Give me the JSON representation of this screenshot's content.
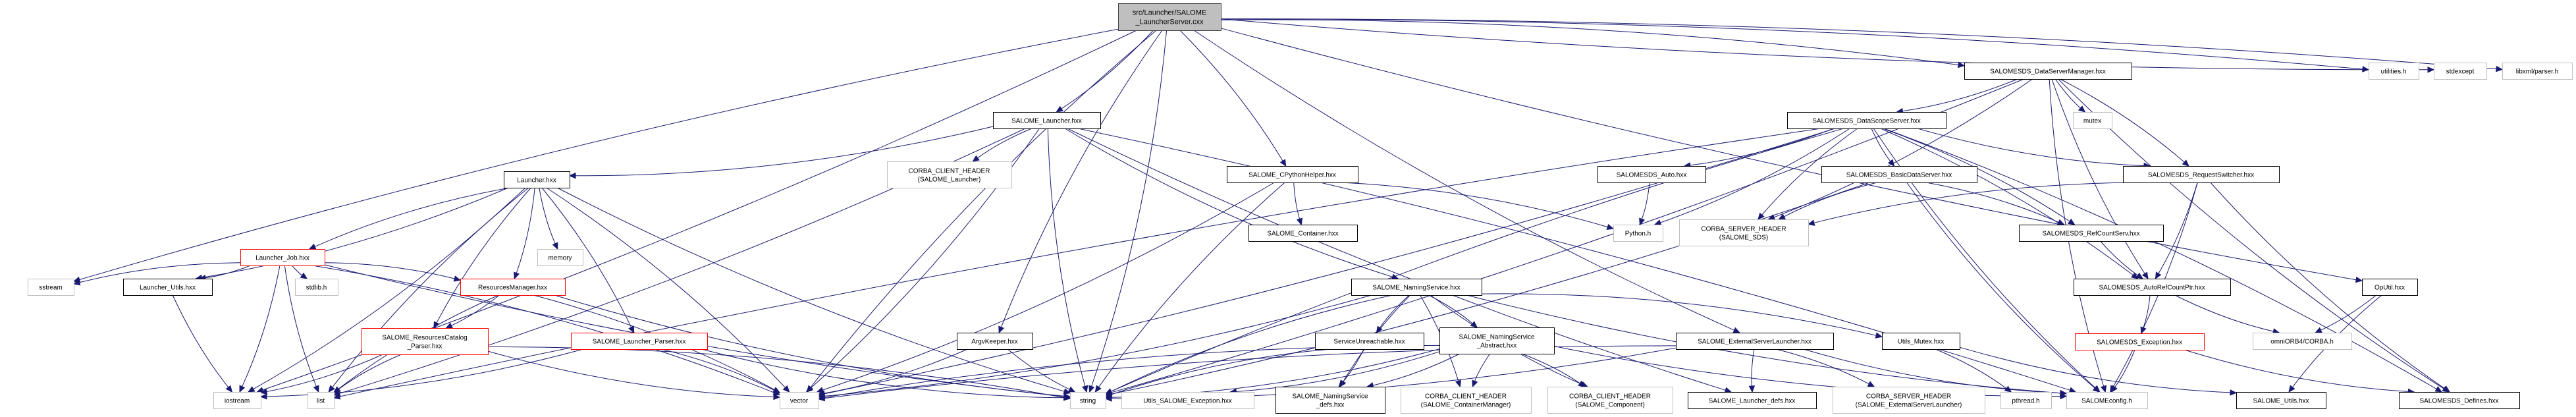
{
  "title": "src/Launcher/SALOME_LauncherServer.cxx include dependency graph",
  "colors": {
    "edge": "#191970",
    "root_fill": "#bfbfbf",
    "documented_border": "#000000",
    "system_border": "#bfbfbf",
    "truncated_border": "#ff0000"
  },
  "nodes": [
    {
      "id": "root",
      "lines": [
        "src/Launcher/SALOME",
        "_LauncherServer.cxx"
      ],
      "kind": "root"
    },
    {
      "id": "salome_launcher",
      "lines": [
        "SALOME_Launcher.hxx"
      ],
      "kind": "documented"
    },
    {
      "id": "corba_client_launcher",
      "lines": [
        "CORBA_CLIENT_HEADER",
        "(SALOME_Launcher)"
      ],
      "kind": "system"
    },
    {
      "id": "launcher",
      "lines": [
        "Launcher.hxx"
      ],
      "kind": "documented"
    },
    {
      "id": "launcher_job",
      "lines": [
        "Launcher_Job.hxx"
      ],
      "kind": "truncated"
    },
    {
      "id": "memory",
      "lines": [
        "memory"
      ],
      "kind": "system"
    },
    {
      "id": "sstream",
      "lines": [
        "sstream"
      ],
      "kind": "system"
    },
    {
      "id": "launcher_utils",
      "lines": [
        "Launcher_Utils.hxx"
      ],
      "kind": "documented"
    },
    {
      "id": "stdlib",
      "lines": [
        "stdlib.h"
      ],
      "kind": "system"
    },
    {
      "id": "resources_manager",
      "lines": [
        "ResourcesManager.hxx"
      ],
      "kind": "truncated"
    },
    {
      "id": "resources_catalog_parser",
      "lines": [
        "SALOME_ResourcesCatalog",
        "_Parser.hxx"
      ],
      "kind": "truncated"
    },
    {
      "id": "launcher_parser",
      "lines": [
        "SALOME_Launcher_Parser.hxx"
      ],
      "kind": "truncated"
    },
    {
      "id": "iostream",
      "lines": [
        "iostream"
      ],
      "kind": "system"
    },
    {
      "id": "list",
      "lines": [
        "list"
      ],
      "kind": "system"
    },
    {
      "id": "vector",
      "lines": [
        "vector"
      ],
      "kind": "system"
    },
    {
      "id": "argv_keeper",
      "lines": [
        "ArgvKeeper.hxx"
      ],
      "kind": "documented"
    },
    {
      "id": "string",
      "lines": [
        "string"
      ],
      "kind": "system"
    },
    {
      "id": "utils_salome_exception",
      "lines": [
        "Utils_SALOME_Exception.hxx"
      ],
      "kind": "system"
    },
    {
      "id": "cpython_helper",
      "lines": [
        "SALOME_CPythonHelper.hxx"
      ],
      "kind": "documented"
    },
    {
      "id": "salome_container",
      "lines": [
        "SALOME_Container.hxx"
      ],
      "kind": "documented"
    },
    {
      "id": "naming_service",
      "lines": [
        "SALOME_NamingService.hxx"
      ],
      "kind": "documented"
    },
    {
      "id": "service_unreachable",
      "lines": [
        "ServiceUnreachable.hxx"
      ],
      "kind": "documented"
    },
    {
      "id": "naming_service_abstract",
      "lines": [
        "SALOME_NamingService",
        "_Abstract.hxx"
      ],
      "kind": "documented"
    },
    {
      "id": "naming_service_defs",
      "lines": [
        "SALOME_NamingService",
        "_defs.hxx"
      ],
      "kind": "documented"
    },
    {
      "id": "corba_client_container_manager",
      "lines": [
        "CORBA_CLIENT_HEADER",
        "(SALOME_ContainerManager)"
      ],
      "kind": "system"
    },
    {
      "id": "corba_client_component",
      "lines": [
        "CORBA_CLIENT_HEADER",
        "(SALOME_Component)"
      ],
      "kind": "system"
    },
    {
      "id": "python_h",
      "lines": [
        "Python.h"
      ],
      "kind": "system"
    },
    {
      "id": "sds_auto",
      "lines": [
        "SALOMESDS_Auto.hxx"
      ],
      "kind": "documented"
    },
    {
      "id": "corba_server_sds",
      "lines": [
        "CORBA_SERVER_HEADER",
        "(SALOME_SDS)"
      ],
      "kind": "system"
    },
    {
      "id": "external_server_launcher",
      "lines": [
        "SALOME_ExternalServerLauncher.hxx"
      ],
      "kind": "documented"
    },
    {
      "id": "launcher_defs",
      "lines": [
        "SALOME_Launcher_defs.hxx"
      ],
      "kind": "documented"
    },
    {
      "id": "corba_server_external",
      "lines": [
        "CORBA_SERVER_HEADER",
        "(SALOME_ExternalServerLauncher)"
      ],
      "kind": "system"
    },
    {
      "id": "utils_mutex",
      "lines": [
        "Utils_Mutex.hxx"
      ],
      "kind": "documented"
    },
    {
      "id": "pthread",
      "lines": [
        "pthread.h"
      ],
      "kind": "system"
    },
    {
      "id": "salome_config",
      "lines": [
        "SALOMEconfig.h"
      ],
      "kind": "system"
    },
    {
      "id": "sds_data_server_manager",
      "lines": [
        "SALOMESDS_DataServerManager.hxx"
      ],
      "kind": "documented"
    },
    {
      "id": "sds_data_scope_server",
      "lines": [
        "SALOMESDS_DataScopeServer.hxx"
      ],
      "kind": "documented"
    },
    {
      "id": "mutex",
      "lines": [
        "mutex"
      ],
      "kind": "system"
    },
    {
      "id": "sds_basic_data_server",
      "lines": [
        "SALOMESDS_BasicDataServer.hxx"
      ],
      "kind": "documented"
    },
    {
      "id": "sds_request_switcher",
      "lines": [
        "SALOMESDS_RequestSwitcher.hxx"
      ],
      "kind": "documented"
    },
    {
      "id": "sds_ref_count_serv",
      "lines": [
        "SALOMESDS_RefCountServ.hxx"
      ],
      "kind": "documented"
    },
    {
      "id": "sds_auto_ref_count_ptr",
      "lines": [
        "SALOMESDS_AutoRefCountPtr.hxx"
      ],
      "kind": "documented"
    },
    {
      "id": "sds_exception",
      "lines": [
        "SALOMESDS_Exception.hxx"
      ],
      "kind": "truncated"
    },
    {
      "id": "omniorb_corba",
      "lines": [
        "omniORB4/CORBA.h"
      ],
      "kind": "system"
    },
    {
      "id": "op_util",
      "lines": [
        "OpUtil.hxx"
      ],
      "kind": "documented"
    },
    {
      "id": "salome_utils",
      "lines": [
        "SALOME_Utils.hxx"
      ],
      "kind": "documented"
    },
    {
      "id": "sds_defines",
      "lines": [
        "SALOMESDS_Defines.hxx"
      ],
      "kind": "documented"
    },
    {
      "id": "utilities_h",
      "lines": [
        "utilities.h"
      ],
      "kind": "system"
    },
    {
      "id": "stdexcept",
      "lines": [
        "stdexcept"
      ],
      "kind": "system"
    },
    {
      "id": "libxml_parser",
      "lines": [
        "libxml/parser.h"
      ],
      "kind": "system"
    }
  ],
  "edges": [
    [
      "root",
      "salome_launcher"
    ],
    [
      "root",
      "sstream"
    ],
    [
      "root",
      "iostream"
    ],
    [
      "root",
      "vector"
    ],
    [
      "root",
      "string"
    ],
    [
      "root",
      "argv_keeper"
    ],
    [
      "root",
      "cpython_helper"
    ],
    [
      "root",
      "external_server_launcher"
    ],
    [
      "root",
      "sds_data_server_manager"
    ],
    [
      "root",
      "op_util"
    ],
    [
      "root",
      "utilities_h"
    ],
    [
      "root",
      "stdexcept"
    ],
    [
      "root",
      "libxml_parser"
    ],
    [
      "salome_launcher",
      "corba_client_launcher"
    ],
    [
      "salome_launcher",
      "launcher"
    ],
    [
      "salome_launcher",
      "string"
    ],
    [
      "salome_launcher",
      "list"
    ],
    [
      "salome_launcher",
      "naming_service"
    ],
    [
      "salome_launcher",
      "salome_config"
    ],
    [
      "salome_launcher",
      "launcher_defs"
    ],
    [
      "salome_launcher",
      "vector"
    ],
    [
      "launcher",
      "launcher_job"
    ],
    [
      "launcher",
      "launcher_utils"
    ],
    [
      "launcher",
      "memory"
    ],
    [
      "launcher",
      "resources_manager"
    ],
    [
      "launcher",
      "resources_catalog_parser"
    ],
    [
      "launcher",
      "launcher_parser"
    ],
    [
      "launcher",
      "string"
    ],
    [
      "launcher",
      "vector"
    ],
    [
      "launcher",
      "list"
    ],
    [
      "launcher",
      "iostream"
    ],
    [
      "launcher_job",
      "sstream"
    ],
    [
      "launcher_job",
      "launcher_utils"
    ],
    [
      "launcher_job",
      "stdlib"
    ],
    [
      "launcher_job",
      "iostream"
    ],
    [
      "launcher_job",
      "list"
    ],
    [
      "launcher_job",
      "resources_manager"
    ],
    [
      "launcher_job",
      "string"
    ],
    [
      "launcher_job",
      "vector"
    ],
    [
      "launcher_utils",
      "iostream"
    ],
    [
      "resources_manager",
      "resources_catalog_parser"
    ],
    [
      "resources_manager",
      "string"
    ],
    [
      "resources_manager",
      "vector"
    ],
    [
      "resources_manager",
      "list"
    ],
    [
      "resources_catalog_parser",
      "iostream"
    ],
    [
      "resources_catalog_parser",
      "list"
    ],
    [
      "resources_catalog_parser",
      "string"
    ],
    [
      "resources_catalog_parser",
      "vector"
    ],
    [
      "launcher_parser",
      "vector"
    ],
    [
      "launcher_parser",
      "string"
    ],
    [
      "launcher_parser",
      "iostream"
    ],
    [
      "argv_keeper",
      "string"
    ],
    [
      "argv_keeper",
      "vector"
    ],
    [
      "cpython_helper",
      "salome_container"
    ],
    [
      "cpython_helper",
      "python_h"
    ],
    [
      "cpython_helper",
      "string"
    ],
    [
      "cpython_helper",
      "vector"
    ],
    [
      "naming_service",
      "service_unreachable"
    ],
    [
      "naming_service",
      "naming_service_abstract"
    ],
    [
      "naming_service",
      "naming_service_defs"
    ],
    [
      "naming_service",
      "corba_client_container_manager"
    ],
    [
      "naming_service",
      "corba_client_component"
    ],
    [
      "naming_service",
      "utils_mutex"
    ],
    [
      "naming_service",
      "string"
    ],
    [
      "naming_service",
      "vector"
    ],
    [
      "naming_service",
      "salome_config"
    ],
    [
      "service_unreachable",
      "naming_service_defs"
    ],
    [
      "service_unreachable",
      "string"
    ],
    [
      "naming_service_abstract",
      "naming_service_defs"
    ],
    [
      "naming_service_abstract",
      "corba_client_container_manager"
    ],
    [
      "naming_service_abstract",
      "corba_client_component"
    ],
    [
      "naming_service_abstract",
      "salome_config"
    ],
    [
      "naming_service_abstract",
      "string"
    ],
    [
      "naming_service_abstract",
      "vector"
    ],
    [
      "naming_service_abstract",
      "utils_salome_exception"
    ],
    [
      "external_server_launcher",
      "launcher_defs"
    ],
    [
      "external_server_launcher",
      "corba_server_external"
    ],
    [
      "external_server_launcher",
      "salome_config"
    ],
    [
      "external_server_launcher",
      "string"
    ],
    [
      "external_server_launcher",
      "vector"
    ],
    [
      "utils_mutex",
      "pthread"
    ],
    [
      "utils_mutex",
      "salome_utils"
    ],
    [
      "sds_data_server_manager",
      "sds_data_scope_server"
    ],
    [
      "sds_data_server_manager",
      "mutex"
    ],
    [
      "sds_data_server_manager",
      "sds_request_switcher"
    ],
    [
      "sds_data_server_manager",
      "sds_auto_ref_count_ptr"
    ],
    [
      "sds_data_server_manager",
      "corba_server_sds"
    ],
    [
      "sds_data_server_manager",
      "sds_defines"
    ],
    [
      "sds_data_server_manager",
      "string"
    ],
    [
      "sds_data_server_manager",
      "salome_config"
    ],
    [
      "sds_data_scope_server",
      "sds_auto"
    ],
    [
      "sds_data_scope_server",
      "sds_basic_data_server"
    ],
    [
      "sds_data_scope_server",
      "python_h"
    ],
    [
      "sds_data_scope_server",
      "corba_server_sds"
    ],
    [
      "sds_data_scope_server",
      "sds_ref_count_serv"
    ],
    [
      "sds_data_scope_server",
      "sds_request_switcher"
    ],
    [
      "sds_data_scope_server",
      "sds_auto_ref_count_ptr"
    ],
    [
      "sds_data_scope_server",
      "salome_config"
    ],
    [
      "sds_data_scope_server",
      "sds_defines"
    ],
    [
      "sds_data_scope_server",
      "string"
    ],
    [
      "sds_data_scope_server",
      "vector"
    ],
    [
      "sds_data_scope_server",
      "list"
    ],
    [
      "sds_auto",
      "python_h"
    ],
    [
      "sds_basic_data_server",
      "corba_server_sds"
    ],
    [
      "sds_basic_data_server",
      "sds_ref_count_serv"
    ],
    [
      "sds_basic_data_server",
      "salome_config"
    ],
    [
      "sds_basic_data_server",
      "string"
    ],
    [
      "sds_request_switcher",
      "corba_server_sds"
    ],
    [
      "sds_request_switcher",
      "sds_auto_ref_count_ptr"
    ],
    [
      "sds_request_switcher",
      "sds_defines"
    ],
    [
      "sds_request_switcher",
      "salome_config"
    ],
    [
      "sds_ref_count_serv",
      "sds_auto_ref_count_ptr"
    ],
    [
      "sds_auto_ref_count_ptr",
      "sds_exception"
    ],
    [
      "sds_auto_ref_count_ptr",
      "omniorb_corba"
    ],
    [
      "sds_exception",
      "salome_config"
    ],
    [
      "sds_exception",
      "sds_defines"
    ],
    [
      "op_util",
      "omniorb_corba"
    ],
    [
      "op_util",
      "salome_utils"
    ]
  ]
}
